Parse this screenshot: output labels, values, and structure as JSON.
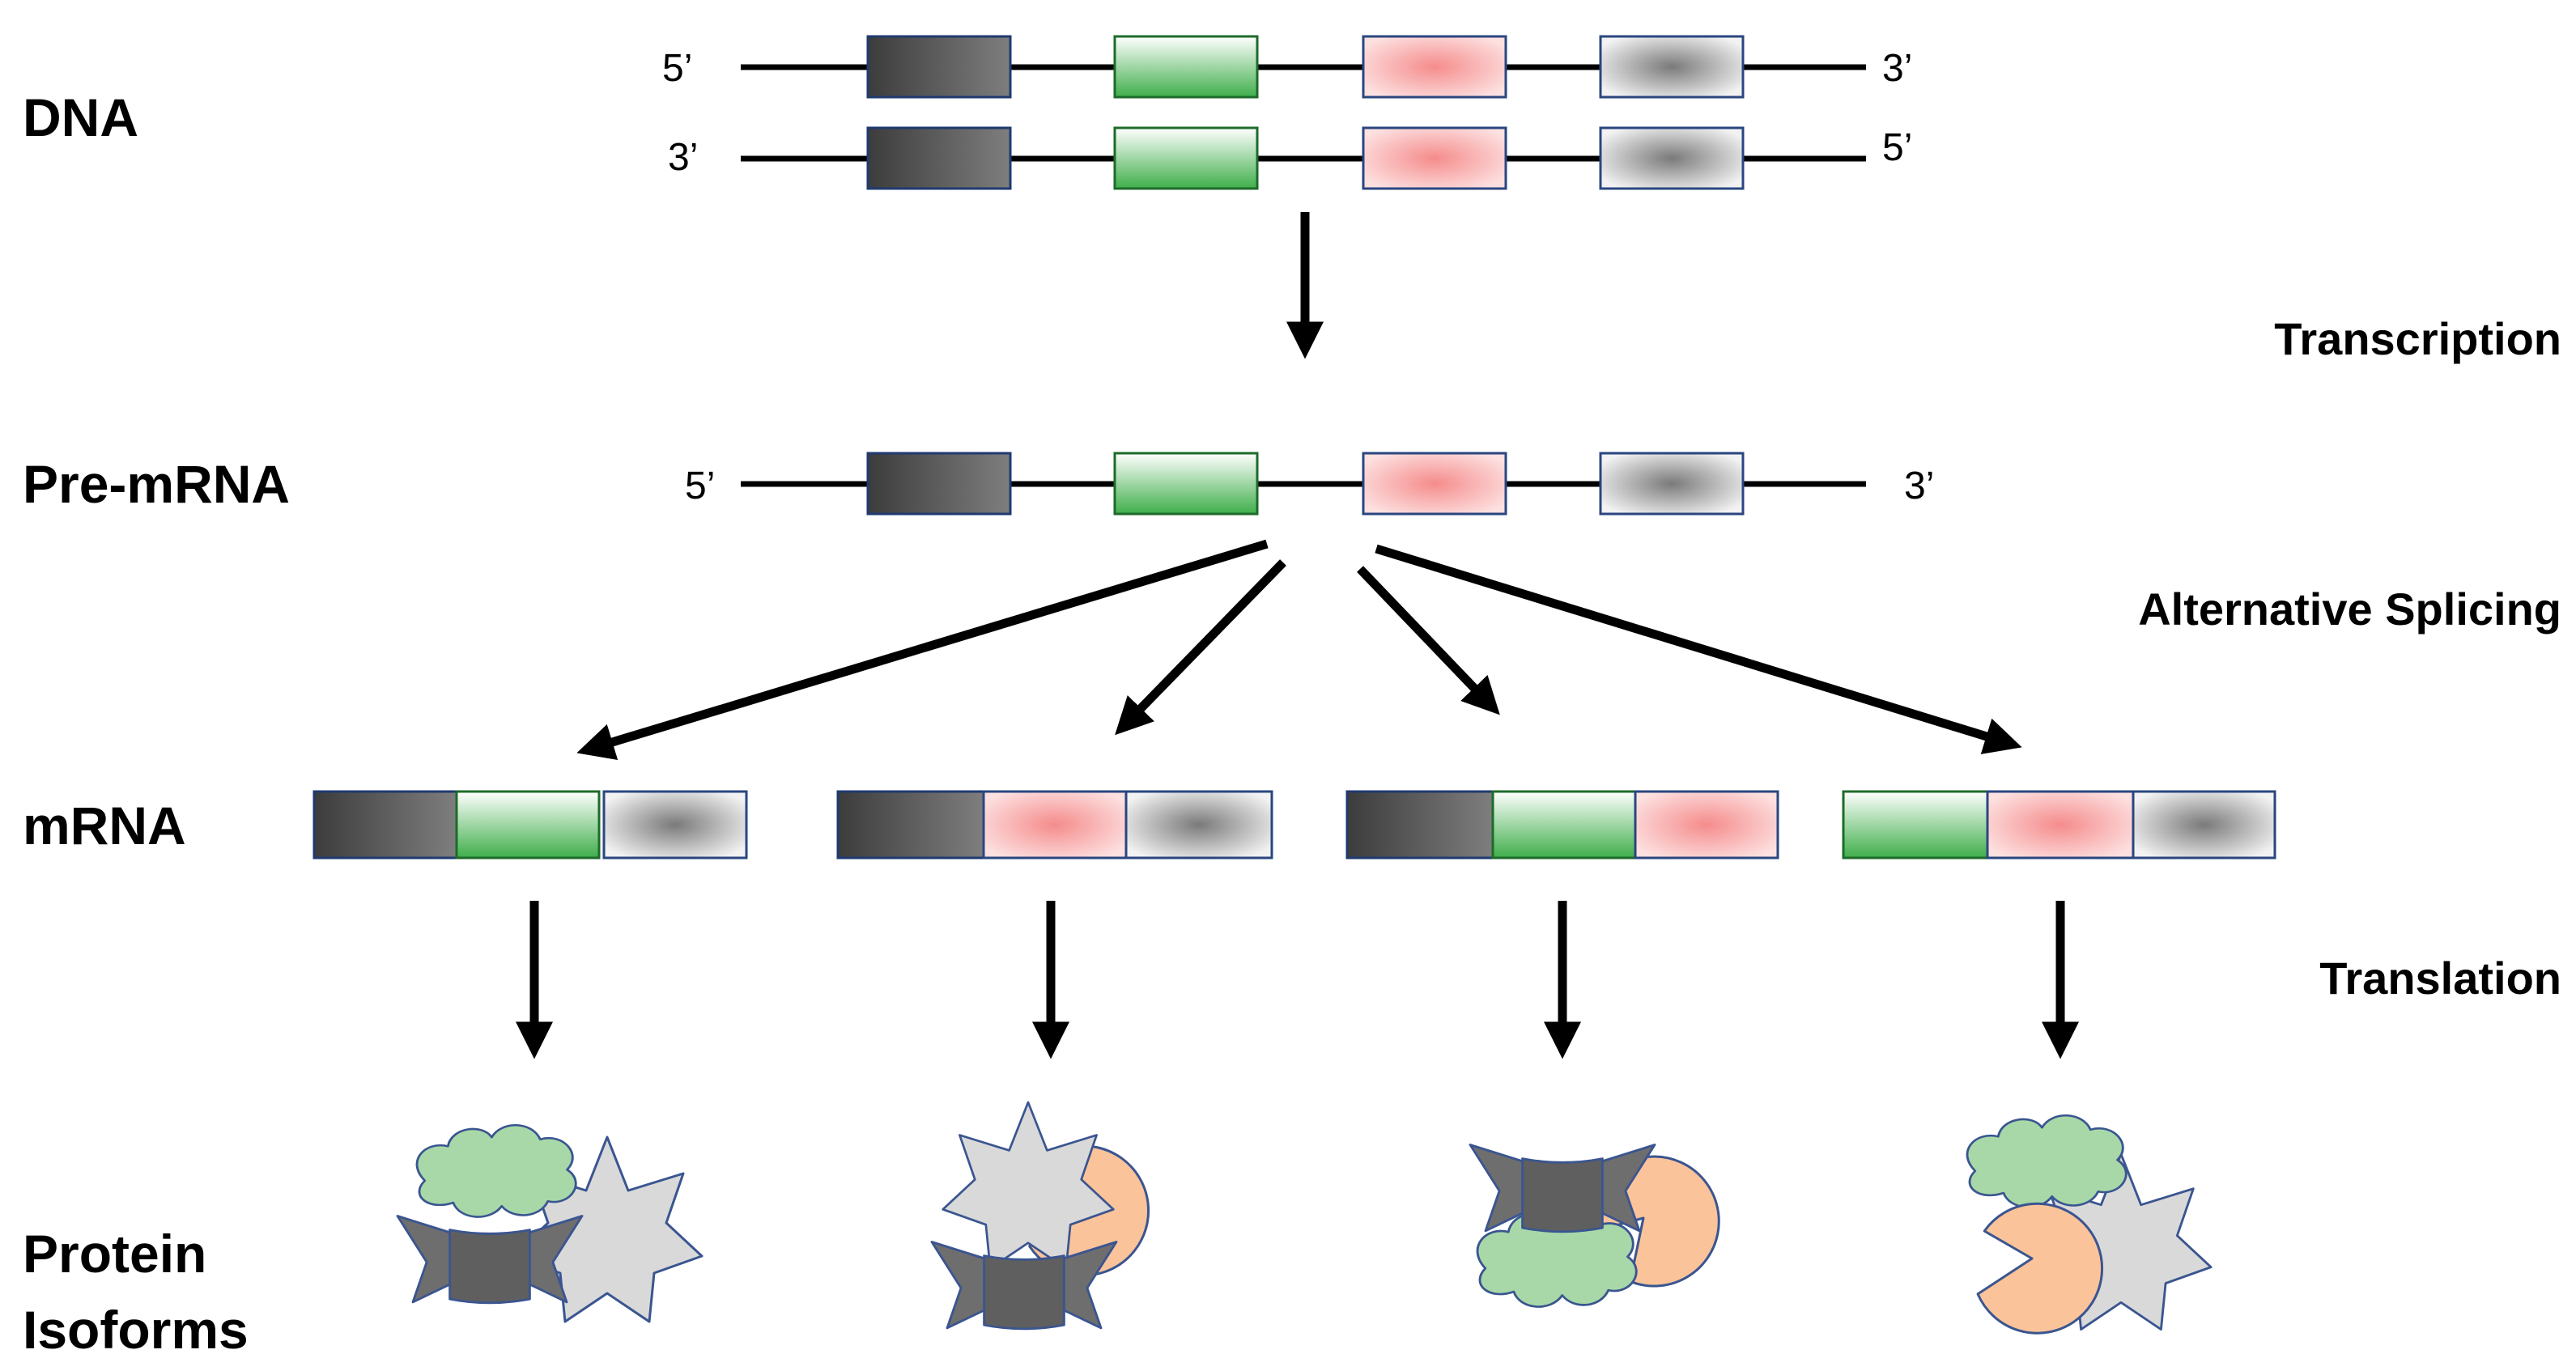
{
  "stages": {
    "dna": "DNA",
    "pre_mrna": "Pre-mRNA",
    "mrna": "mRNA",
    "protein_line1": "Protein",
    "protein_line2": "Isoforms"
  },
  "processes": {
    "transcription": "Transcription",
    "alternative_splicing": "Alternative Splicing",
    "translation": "Translation"
  },
  "strand_ends": {
    "five_prime": "5’",
    "three_prime": "3’"
  },
  "exons": [
    {
      "name": "exon-dark-gray",
      "color": "#5a5a5a",
      "border": "#1f3a70"
    },
    {
      "name": "exon-green",
      "color": "#3fae4a",
      "border": "#1d6b2a"
    },
    {
      "name": "exon-pink",
      "color": "#f59a9a",
      "border": "#2a4680"
    },
    {
      "name": "exon-light-gray",
      "color": "#a8a8a8",
      "border": "#2a4680"
    }
  ],
  "mrna_isoforms": [
    [
      "exon-dark-gray",
      "exon-green",
      "exon-light-gray"
    ],
    [
      "exon-dark-gray",
      "exon-pink",
      "exon-light-gray"
    ],
    [
      "exon-dark-gray",
      "exon-green",
      "exon-pink"
    ],
    [
      "exon-green",
      "exon-pink",
      "exon-light-gray"
    ]
  ],
  "protein_domains": [
    [
      "cloud-domain",
      "bowtie-domain",
      "star-domain"
    ],
    [
      "star-domain",
      "pacman-domain",
      "bowtie-domain"
    ],
    [
      "bowtie-domain",
      "pacman-domain",
      "cloud-domain"
    ],
    [
      "cloud-domain",
      "pacman-domain",
      "star-domain"
    ]
  ],
  "colors": {
    "cloud": "#a8d8a8",
    "star": "#d9d9d9",
    "pacman": "#fbc39a",
    "bowtie": "#6e6e6e"
  }
}
